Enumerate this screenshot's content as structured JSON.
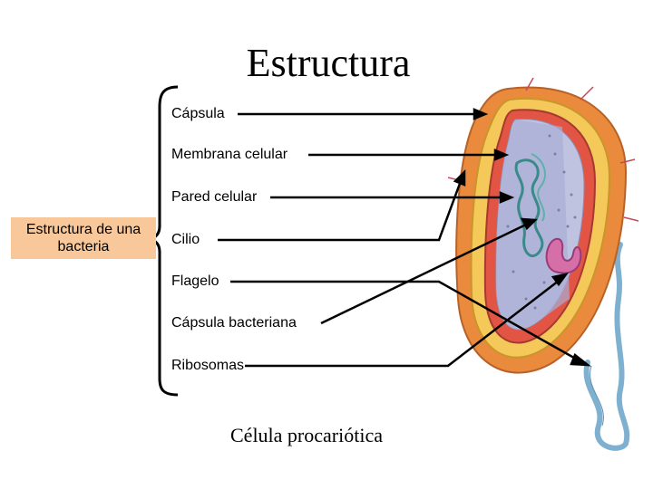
{
  "title": "Estructura",
  "root_label": "Estructura de una bacteria",
  "parts": [
    {
      "label": "Cápsula"
    },
    {
      "label": "Membrana celular"
    },
    {
      "label": "Pared celular"
    },
    {
      "label": "Cilio"
    },
    {
      "label": "Flagelo"
    },
    {
      "label": "Cápsula bacteriana"
    },
    {
      "label": "Ribosomas"
    }
  ],
  "caption": "Célula procariótica",
  "colors": {
    "root_box": "#f9c89a",
    "capsule_outer": "#e98a3c",
    "capsule_inner": "#f5c85a",
    "cytoplasm": "#bfc3e0",
    "flagellum": "#7fb0cf",
    "line": "#000000"
  }
}
